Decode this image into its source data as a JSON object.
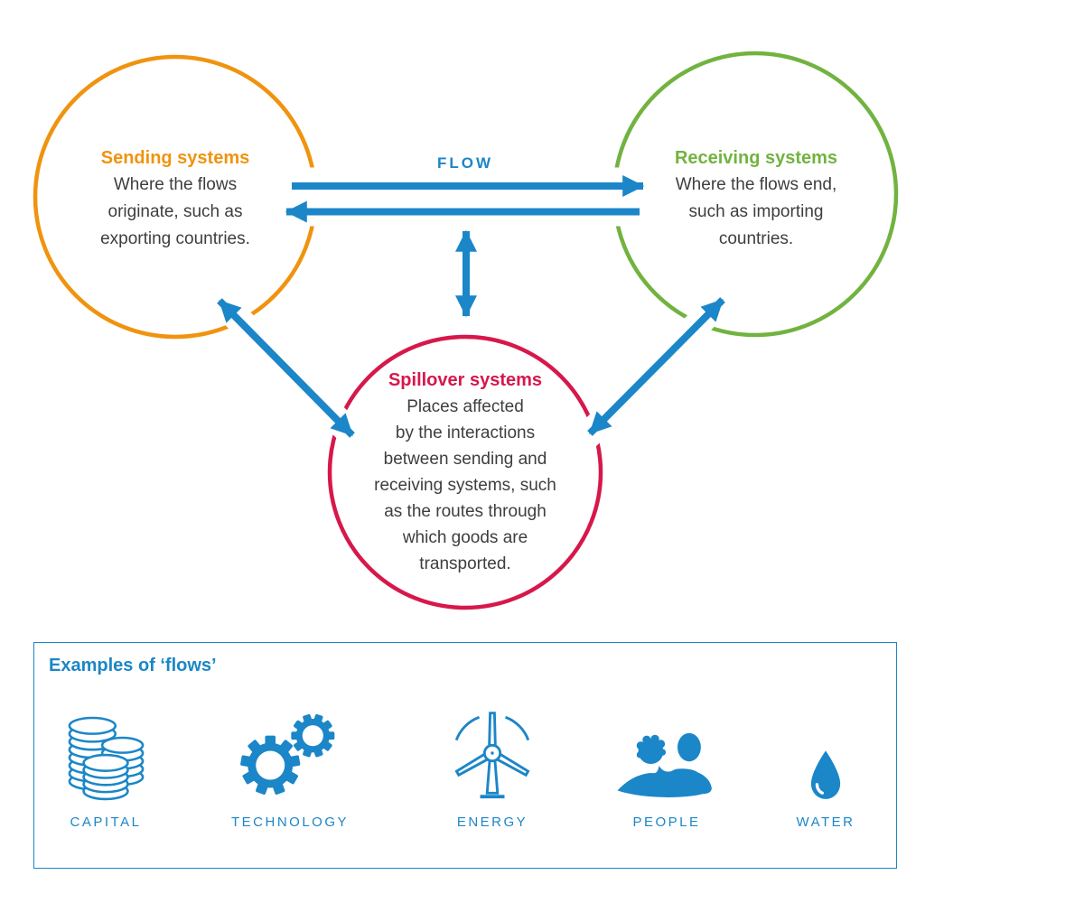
{
  "colors": {
    "blue": "#1B86C8",
    "orange": "#F0930F",
    "green": "#72B340",
    "crimson": "#D6184B",
    "text": "#3E3E3E"
  },
  "flow_label": "FLOW",
  "circles": {
    "sending": {
      "title": "Sending systems",
      "lines": [
        "Where the flows",
        "originate, such as",
        "exporting countries."
      ]
    },
    "receiving": {
      "title": "Receiving systems",
      "lines": [
        "Where the flows end,",
        "such as importing",
        "countries."
      ]
    },
    "spillover": {
      "title": "Spillover systems",
      "lines": [
        "Places affected",
        "by the interactions",
        "between sending and",
        "receiving systems, such",
        "as the routes through",
        "which goods are",
        "transported."
      ]
    }
  },
  "examples": {
    "title": "Examples of ‘flows’",
    "items": [
      {
        "label": "CAPITAL",
        "icon": "coins-icon"
      },
      {
        "label": "TECHNOLOGY",
        "icon": "gears-icon"
      },
      {
        "label": "ENERGY",
        "icon": "wind-turbine-icon"
      },
      {
        "label": "PEOPLE",
        "icon": "people-icon"
      },
      {
        "label": "WATER",
        "icon": "water-drop-icon"
      }
    ]
  }
}
